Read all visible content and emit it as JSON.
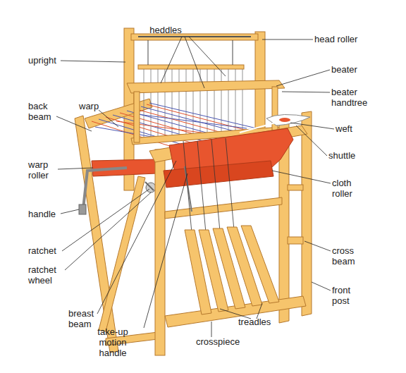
{
  "diagram": {
    "labels": [
      "heddles",
      "head roller",
      "upright",
      "back beam",
      "warp",
      "beater",
      "beater handtree",
      "weft",
      "shuttle",
      "warp roller",
      "cloth roller",
      "handle",
      "ratchet",
      "ratchet wheel",
      "cross beam",
      "front post",
      "breast beam",
      "take-up motion handle",
      "crosspiece",
      "treadles"
    ]
  }
}
